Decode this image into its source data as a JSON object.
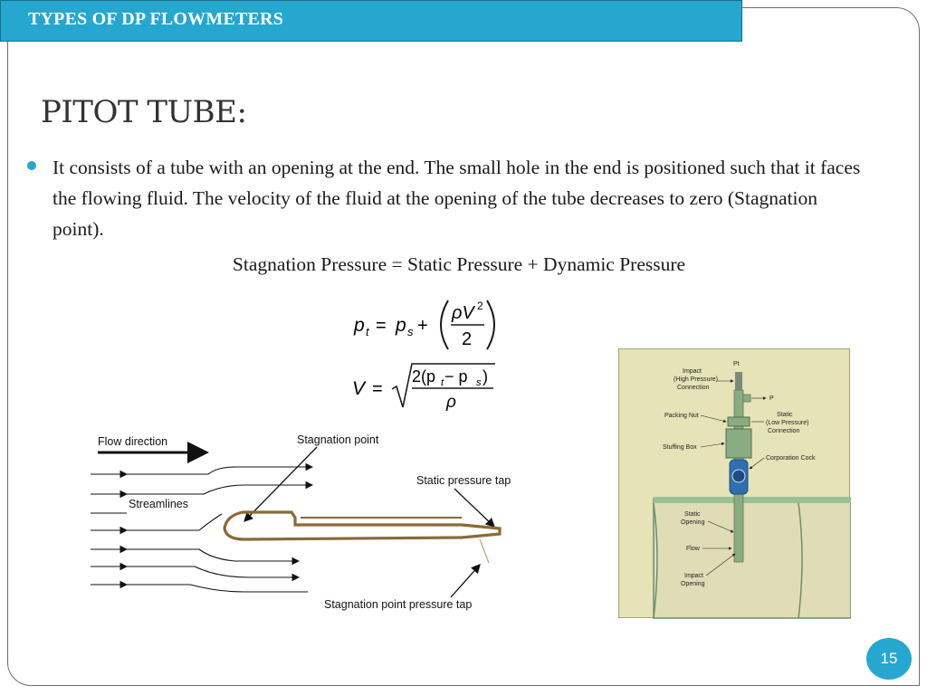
{
  "header": {
    "title": "TYPES OF DP FLOWMETERS"
  },
  "slide": {
    "title": "PITOT TUBE:",
    "bullet_text": "It consists of a tube with an opening at the end. The small hole in the end is positioned such that it faces the flowing fluid. The velocity of the fluid at the opening of the tube decreases to zero (Stagnation point).",
    "equation_words": "Stagnation Pressure = Static Pressure + Dynamic Pressure"
  },
  "formulas": {
    "pt_lhs": "p",
    "pt_sub": "t",
    "eq_sign": "=",
    "ps": "p",
    "ps_sub": "s",
    "plus": "+",
    "rho_v": "ρV",
    "sq": "2",
    "two": "2",
    "v_lhs": "V",
    "num_expr": "2(p",
    "num_t": "t",
    "minus": " − p",
    "num_s": "s",
    "close": ")",
    "rho": "ρ"
  },
  "pitot_diagram": {
    "flow_direction": "Flow direction",
    "stagnation_point": "Stagnation point",
    "streamlines": "Streamlines",
    "static_tap": "Static pressure tap",
    "stagnation_tap": "Stagnation point pressure tap"
  },
  "meter_figure": {
    "pt": "Pt",
    "impact_l1": "Impact",
    "impact_l2": "(High Pressure)",
    "impact_l3": "Connection",
    "p": "P",
    "packing_nut": "Packing Nut",
    "static_l1": "Static",
    "static_l2": "(Low Pressure)",
    "static_l3": "Connection",
    "stuffing_box": "Stuffing Box",
    "corporation_cock": "Corporation Cock",
    "static_open_l1": "Static",
    "static_open_l2": "Opening",
    "flow": "Flow",
    "impact_open_l1": "Impact",
    "impact_open_l2": "Opening"
  },
  "page_number": "15",
  "colors": {
    "accent": "#25a7cf",
    "figure_bg": "#e6e3b8",
    "pipe_green": "#8bab83"
  }
}
